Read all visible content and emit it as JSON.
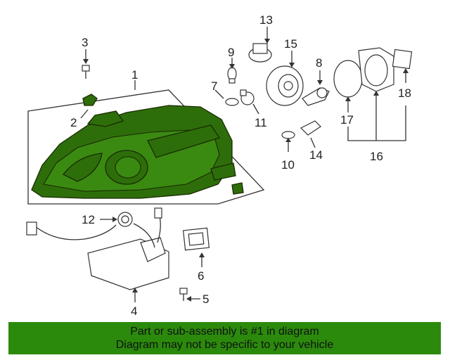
{
  "callouts": {
    "c1": "1",
    "c2": "2",
    "c3": "3",
    "c4": "4",
    "c5": "5",
    "c6": "6",
    "c7": "7",
    "c8": "8",
    "c9": "9",
    "c10": "10",
    "c11": "11",
    "c12": "12",
    "c13": "13",
    "c14": "14",
    "c15": "15",
    "c16": "16",
    "c17": "17",
    "c18": "18"
  },
  "footer": {
    "line1": "Part or sub-assembly is #1 in diagram",
    "line2": "Diagram may not be specific to your vehicle"
  },
  "colors": {
    "highlight": "#2d6e0a",
    "footer_bg": "#2b8a0c"
  }
}
